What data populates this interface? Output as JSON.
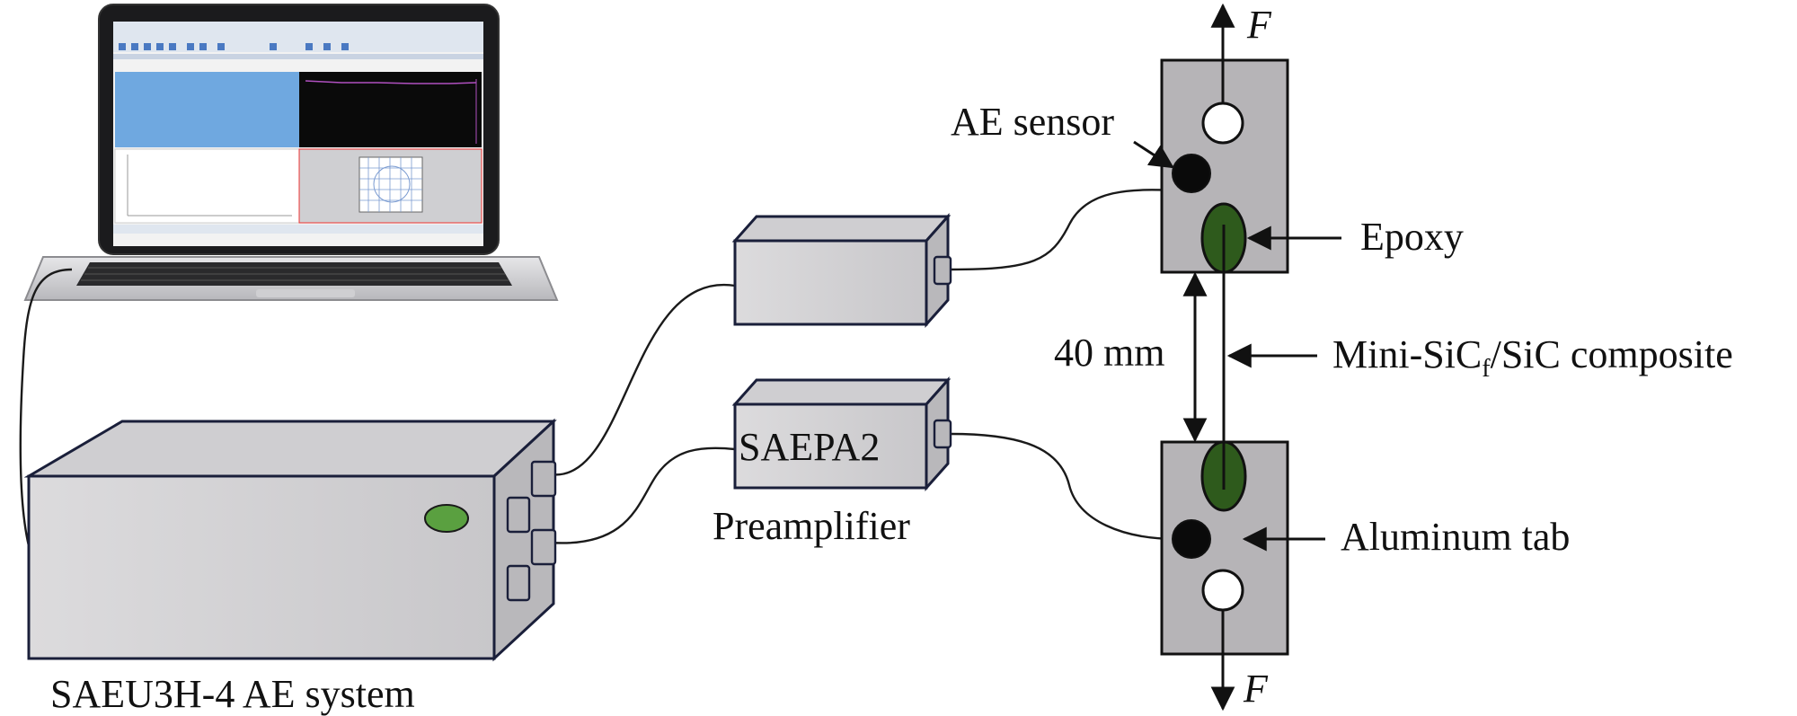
{
  "labels": {
    "ae_system": "SAEU3H-4 AE system",
    "preamp_model": "SAEPA2",
    "preamp_caption": "Preamplifier",
    "ae_sensor": "AE sensor",
    "epoxy": "Epoxy",
    "distance": "40 mm",
    "composite_pre": "Mini-SiC",
    "composite_sub": "f",
    "composite_post": "/SiC composite",
    "aluminum_tab": "Aluminum tab",
    "force_top": "F",
    "force_bottom": "F"
  },
  "colors": {
    "box_face": "#d9d8da",
    "box_top": "#cfced1",
    "box_side": "#b9b8bb",
    "box_edge": "#1a1f3a",
    "tab_fill": "#b6b4b7",
    "epoxy_green": "#2e5a1c",
    "led_green": "#5aa040",
    "screen_blue": "#6fa8e0",
    "screen_dark": "#0a0a0a"
  },
  "icons": {
    "laptop": "laptop-icon",
    "sensor": "ae-sensor-dot"
  }
}
